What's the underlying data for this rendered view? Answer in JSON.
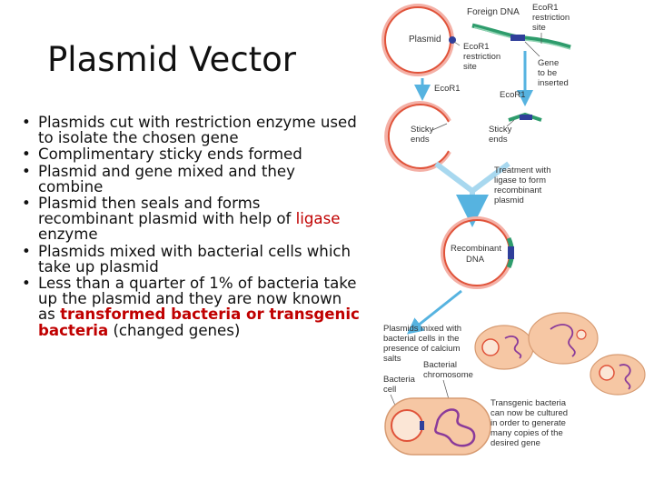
{
  "slide": {
    "title": "Plasmid Vector",
    "bullets": [
      {
        "parts": [
          {
            "text": "Plasmids cut with restriction enzyme used to isolate the chosen gene"
          }
        ]
      },
      {
        "parts": [
          {
            "text": "Complimentary sticky ends formed"
          }
        ]
      },
      {
        "parts": [
          {
            "text": "Plasmid and gene mixed and they combine"
          }
        ]
      },
      {
        "parts": [
          {
            "text": "Plasmid then seals and forms recombinant plasmid with help of "
          },
          {
            "text": "ligase",
            "style": "red"
          },
          {
            "text": " enzyme"
          }
        ]
      },
      {
        "parts": [
          {
            "text": "Plasmids mixed with bacterial cells which take up plasmid"
          }
        ]
      },
      {
        "parts": [
          {
            "text": "Less than a quarter of 1% of bacteria take up the plasmid and they are now known as "
          },
          {
            "text": "transformed bacteria or transgenic bacteria",
            "style": "red bold"
          },
          {
            "text": " (changed genes)"
          }
        ]
      }
    ]
  },
  "diagram": {
    "plasmid": "Plasmid",
    "foreign_dna": "Foreign DNA",
    "ecor1_site_top": [
      "EcoR1",
      "restriction",
      "site"
    ],
    "ecor1_site_left": [
      "EcoR1",
      "restriction",
      "site"
    ],
    "gene_inserted": [
      "Gene",
      "to be",
      "inserted"
    ],
    "ecor1_arrow_left": "EcoR1",
    "ecor1_arrow_right": "EcoR1",
    "sticky_ends_left": [
      "Sticky",
      "ends"
    ],
    "sticky_ends_right": [
      "Sticky",
      "ends"
    ],
    "ligase_note": [
      "Treatment with",
      "ligase to form",
      "recombinant",
      "plasmid"
    ],
    "recombinant": [
      "Recombinant",
      "DNA"
    ],
    "mixed_note": [
      "Plasmids mixed with",
      "bacterial cells in the",
      "presence of calcium",
      "salts"
    ],
    "bacterial_chromosome": [
      "Bacterial",
      "chromosome"
    ],
    "bacteria_cell": [
      "Bacteria",
      "cell"
    ],
    "transgenic_note": [
      "Transgenic bacteria",
      "can now be cultured",
      "in order to generate",
      "many copies of the",
      "desired gene"
    ],
    "colors": {
      "plasmid": "#e0533a",
      "arrow": "#56b3e0",
      "gene": "#2e9c6c",
      "insert": "#2f3f9a",
      "chromosome": "#8a3a9a",
      "cell": "#f6c7a4"
    }
  }
}
